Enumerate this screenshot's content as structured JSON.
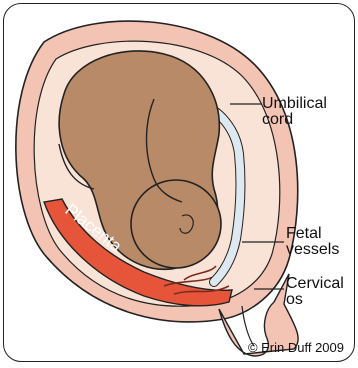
{
  "labels": {
    "umbilical_cord": [
      "Umbilical",
      "cord"
    ],
    "fetal_vessels": [
      "Fetal",
      "vessels"
    ],
    "cervical_os": [
      "Cervical",
      "os"
    ],
    "placenta": "Placenta"
  },
  "copyright": "© Erin Duff 2009",
  "colors": {
    "uterus_wall": "#f3c3b4",
    "amniotic": "#f9e3d6",
    "placenta": "#e6553a",
    "fetus_skin": "#b98a67",
    "cord": "#dde8f0",
    "outline": "#222222"
  }
}
